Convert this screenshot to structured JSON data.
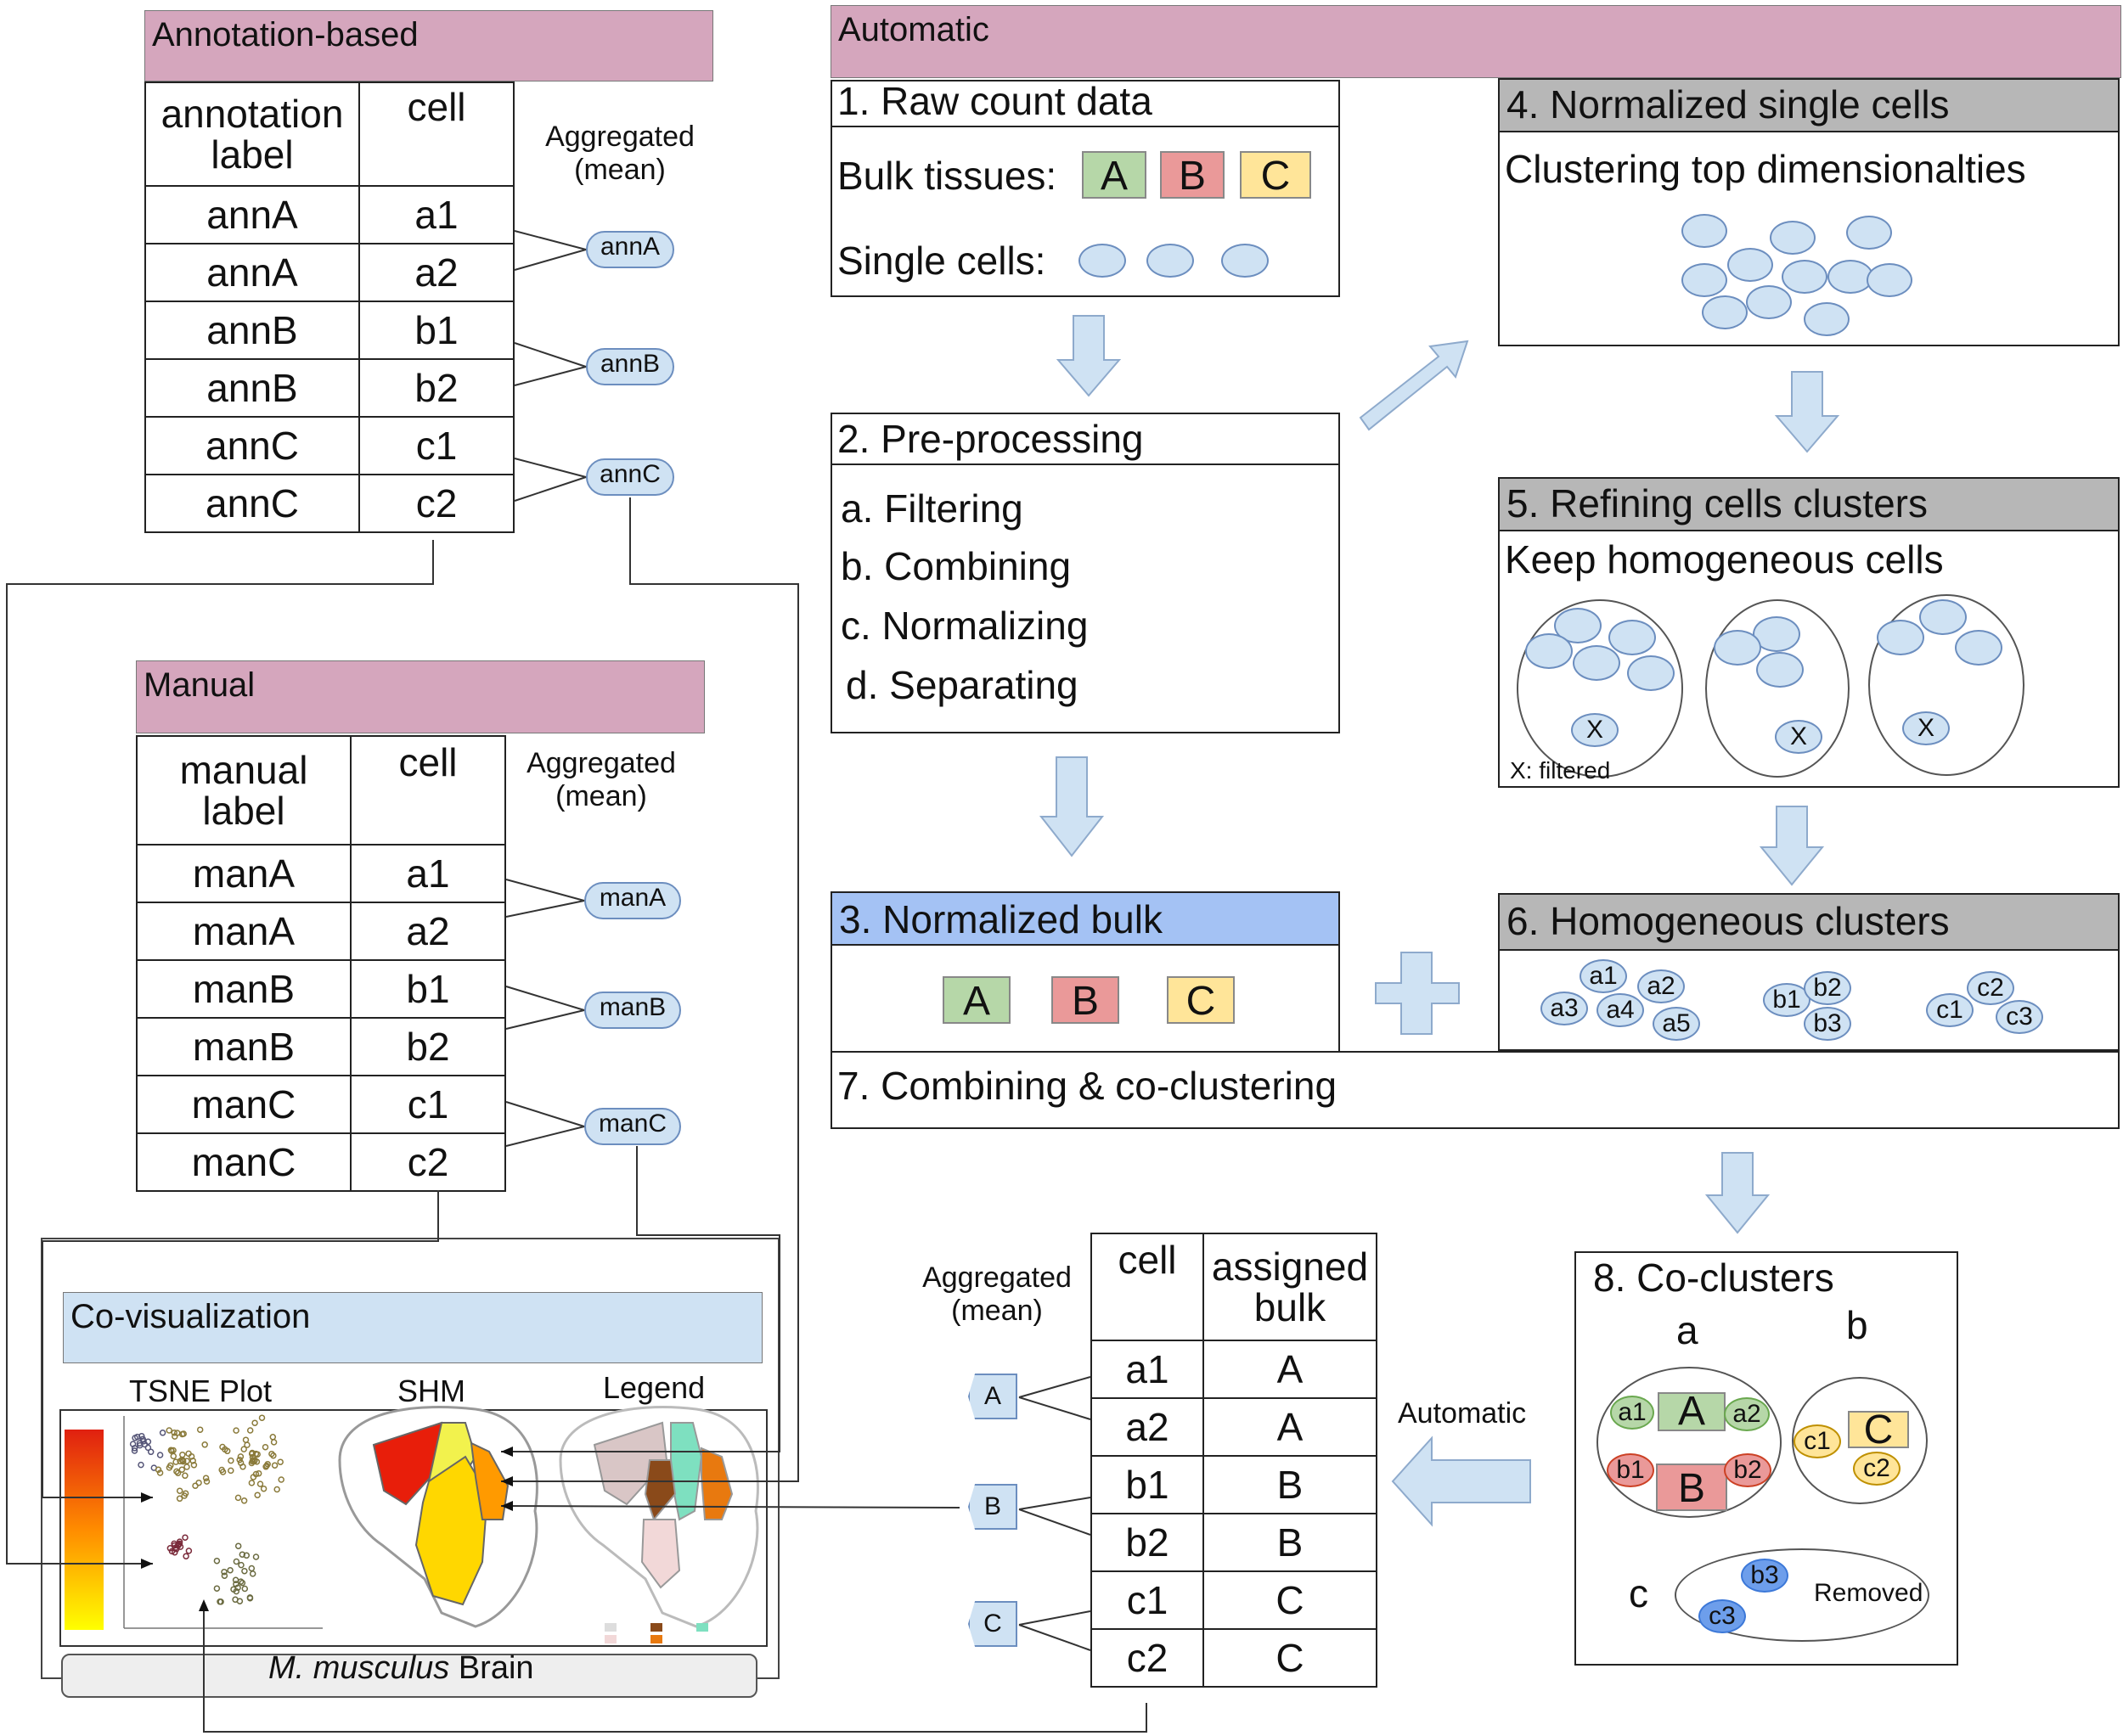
{
  "annotation": {
    "header": "Annotation-based",
    "col1": [
      "annotation",
      "label"
    ],
    "col2": "cell",
    "rows": [
      [
        "annA",
        "a1"
      ],
      [
        "annA",
        "a2"
      ],
      [
        "annB",
        "b1"
      ],
      [
        "annB",
        "b2"
      ],
      [
        "annC",
        "c1"
      ],
      [
        "annC",
        "c2"
      ]
    ],
    "agg": [
      "Aggregated",
      "(mean)"
    ],
    "pills": [
      "annA",
      "annB",
      "annC"
    ]
  },
  "manual": {
    "header": "Manual",
    "col1": [
      "manual",
      "label"
    ],
    "col2": "cell",
    "rows": [
      [
        "manA",
        "a1"
      ],
      [
        "manA",
        "a2"
      ],
      [
        "manB",
        "b1"
      ],
      [
        "manB",
        "b2"
      ],
      [
        "manC",
        "c1"
      ],
      [
        "manC",
        "c2"
      ]
    ],
    "agg": [
      "Aggregated",
      "(mean)"
    ],
    "pills": [
      "manA",
      "manB",
      "manC"
    ]
  },
  "covis": {
    "header": "Co-visualization",
    "tsne": "TSNE Plot",
    "shm": "SHM",
    "legend": "Legend",
    "caption_italic": "M. musculus",
    "caption_rest": " Brain"
  },
  "automatic": {
    "header": "Automatic",
    "step1": {
      "title": "1. Raw count data",
      "bulk": "Bulk tissues:",
      "single": "Single cells:",
      "squares": [
        "A",
        "B",
        "C"
      ]
    },
    "step2": {
      "title": "2. Pre-processing",
      "items": [
        "a. Filtering",
        "b. Combining",
        "c. Normalizing",
        "d. Separating"
      ]
    },
    "step3": {
      "title": "3. Normalized bulk",
      "squares": [
        "A",
        "B",
        "C"
      ]
    },
    "step4": {
      "title": "4. Normalized single cells",
      "sub": "Clustering top dimensionalties"
    },
    "step5": {
      "title": "5. Refining cells clusters",
      "sub": "Keep homogeneous cells",
      "marker": "X",
      "note": "X: filtered"
    },
    "step6": {
      "title": "6. Homogeneous clusters",
      "cells": [
        "a1",
        "a2",
        "a3",
        "a4",
        "a5",
        "b1",
        "b2",
        "b3",
        "c1",
        "c2",
        "c3"
      ]
    },
    "step7": {
      "title": "7. Combining & co-clustering"
    },
    "step8": {
      "title": "8. Co-clusters",
      "a": "a",
      "b": "b",
      "c": "c",
      "removed": "Removed",
      "cells": [
        "a1",
        "a2",
        "b1",
        "b2",
        "c1",
        "c2",
        "b3",
        "c3"
      ],
      "squares": [
        "A",
        "B",
        "C"
      ]
    }
  },
  "assigned": {
    "col1": "cell",
    "col2": [
      "assigned",
      "bulk"
    ],
    "rows": [
      [
        "a1",
        "A"
      ],
      [
        "a2",
        "A"
      ],
      [
        "b1",
        "B"
      ],
      [
        "b2",
        "B"
      ],
      [
        "c1",
        "C"
      ],
      [
        "c2",
        "C"
      ]
    ],
    "agg": [
      "Aggregated",
      "(mean)"
    ],
    "hex": [
      "A",
      "B",
      "C"
    ],
    "arrow_label": "Automatic"
  },
  "colors": {
    "header_pink": "#d5a6bd",
    "header_blue": "#cfe2f3",
    "header_gray": "#b7b7b7",
    "step3_blue": "#a4c2f4",
    "bulk_A": "#b6d7a8",
    "bulk_B": "#ea9999",
    "bulk_C": "#ffe599",
    "cell_blue": "#cfe2f3"
  }
}
